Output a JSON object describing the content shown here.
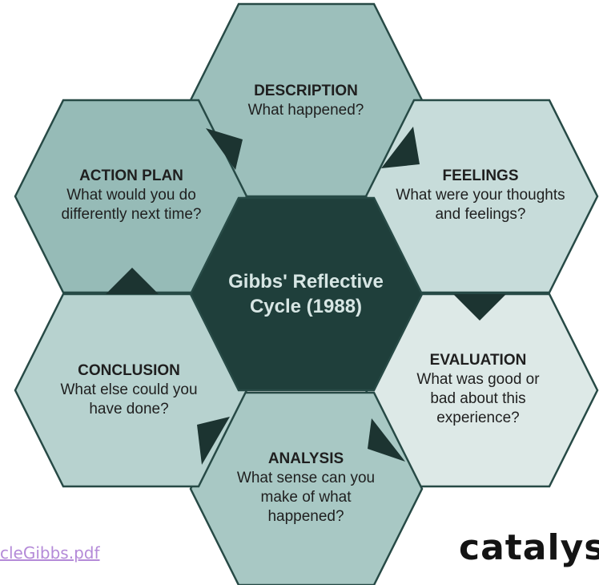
{
  "diagram": {
    "center": "Gibbs' Reflective\nCycle (1988)",
    "stages": [
      {
        "key": "description",
        "title": "DESCRIPTION",
        "body": "What happened?",
        "fill": "#9cbfbb"
      },
      {
        "key": "feelings",
        "title": "FEELINGS",
        "body": "What were your thoughts\nand feelings?",
        "fill": "#c7dcda"
      },
      {
        "key": "evaluation",
        "title": "EVALUATION",
        "body": "What was good or\nbad about this\nexperience?",
        "fill": "#dde9e7"
      },
      {
        "key": "analysis",
        "title": "ANALYSIS",
        "body": "What sense can you\nmake of what\nhappened?",
        "fill": "#a8c8c4"
      },
      {
        "key": "conclusion",
        "title": "CONCLUSION",
        "body": "What else could you\nhave done?",
        "fill": "#b7d2cf"
      },
      {
        "key": "action-plan",
        "title": "ACTION PLAN",
        "body": "What would you do\ndifferently next time?",
        "fill": "#96bbb7"
      }
    ],
    "center_fill": "#1f3f3b",
    "arrow_color": "#1c3431",
    "stroke_color": "#274a46"
  },
  "footer": {
    "link_text": "cleGibbs.pdf",
    "logo_text": "catalyst"
  }
}
